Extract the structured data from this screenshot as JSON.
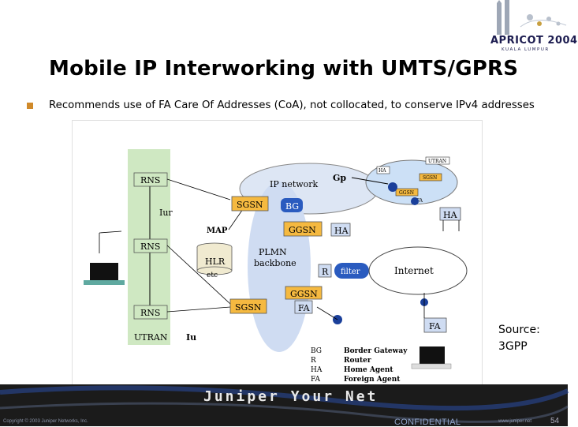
{
  "slide": {
    "title": "Mobile IP Interworking with UMTS/GPRS",
    "bullet": "Recommends use of FA Care Of Addresses (CoA), not collocated, to conserve IPv4 addresses",
    "source": "Source: 3GPP"
  },
  "logo": {
    "name": "APRICOT 2004",
    "sub": "KUALA LUMPUR"
  },
  "footer": {
    "brand": "Juniper Your Net",
    "copyright": "Copyright © 2003 Juniper Networks, Inc.",
    "confidential": "CONFIDENTIAL",
    "url": "www.juniper.net",
    "page": "54"
  },
  "diagram": {
    "utran_top": "UTRAN",
    "ha_top": "HA",
    "sgsn_top": "SGSN",
    "ggsn_top": "GGSN",
    "fa_top": "FA",
    "gp": "Gp",
    "ip_network": "IP network",
    "rns1": "RNS",
    "rns2": "RNS",
    "rns3": "RNS",
    "iur": "Iur",
    "map": "MAP",
    "sgsn1": "SGSN",
    "bg": "BG",
    "ggsn1": "GGSN",
    "ha1": "HA",
    "ha_right": "HA",
    "hlr": "HLR",
    "etc": "etc",
    "plmn1": "PLMN",
    "plmn2": "backbone",
    "r": "R",
    "filter": "filter",
    "internet": "Internet",
    "sgsn2": "SGSN",
    "ggsn2": "GGSN",
    "fa1": "FA",
    "fa_right": "FA",
    "utran_bottom": "UTRAN",
    "iu": "Iu",
    "legend": [
      {
        "abbr": "BG",
        "text": "Border Gateway"
      },
      {
        "abbr": "R",
        "text": "Router"
      },
      {
        "abbr": "HA",
        "text": "Home Agent"
      },
      {
        "abbr": "FA",
        "text": "Foreign Agent"
      }
    ]
  }
}
